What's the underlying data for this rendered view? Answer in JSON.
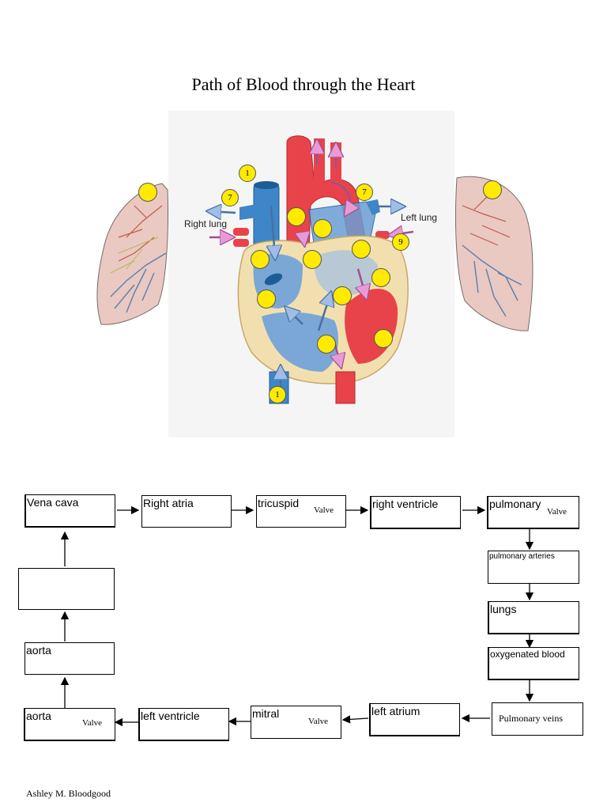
{
  "title": "Path of Blood through the Heart",
  "diagram": {
    "labels": {
      "right_lung": "Right lung",
      "left_lung": "Left lung"
    },
    "badges": {
      "one": "1",
      "seven": "7",
      "nine": "9"
    }
  },
  "flowchart": {
    "vena_cava": "Vena cava",
    "right_atria": "Right atria",
    "tricuspid": "tricuspid",
    "valve": "Valve",
    "right_ventricle": "right ventricle",
    "pulmonary": "pulmonary",
    "pulmonary_arteries": "pulmonary arteries",
    "lungs": "lungs",
    "oxygenated_blood": "oxygenated blood",
    "pulmonary_veins": "Pulmonary veins",
    "left_atrium": "left atrium",
    "mitral": "mitral",
    "left_ventricle": "left ventricle",
    "aorta": "aorta",
    "blank": ""
  },
  "colors": {
    "badge": "#ffea00",
    "blue": "#3f86c8",
    "red": "#e8434a",
    "tissue": "#f2dfb0"
  },
  "credit": "Ashley M. Bloodgood"
}
